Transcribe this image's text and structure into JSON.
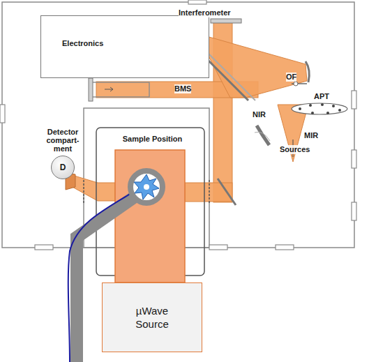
{
  "diagram": {
    "nodes": [
      {
        "text": [
          "Electronics"
        ]
      },
      {
        "text": [
          "Detector compart- ment",
          "D"
        ]
      },
      {
        "text": [
          "Sample Position"
        ]
      },
      {
        "text": [
          "µWave Source"
        ]
      }
    ],
    "labels": [
      "Interferometer",
      "BMS",
      "OF",
      "APT",
      "NIR",
      "MIR",
      "Sources"
    ]
  }
}
